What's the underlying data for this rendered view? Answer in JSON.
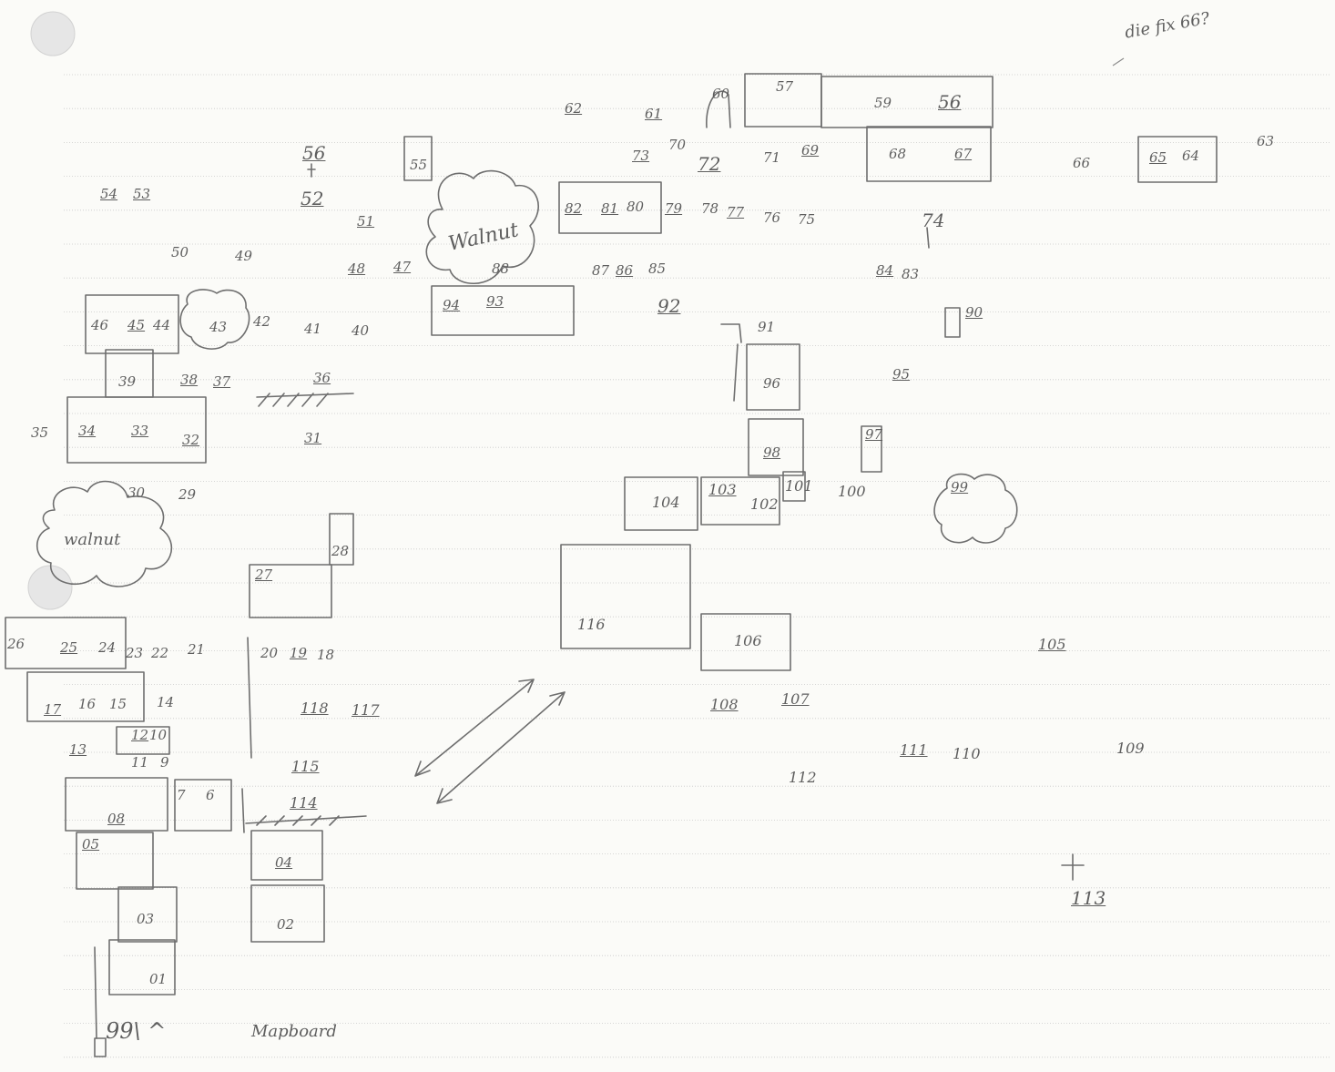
{
  "page": {
    "corner_note": "die fix 66?",
    "bottom_left_note": "99\\ ^",
    "bottom_caption": "Mapboard",
    "cloud_labels": [
      "Walnut",
      "walnut"
    ]
  },
  "labels": [
    "62",
    "61",
    "60",
    "57",
    "59",
    "56",
    "73",
    "70",
    "72",
    "71",
    "69",
    "68",
    "67",
    "66",
    "65",
    "64",
    "63",
    "55",
    "56",
    "52",
    "54",
    "53",
    "82",
    "81",
    "80",
    "79",
    "78",
    "77",
    "76",
    "75",
    "74",
    "51",
    "50",
    "49",
    "48",
    "47",
    "88",
    "87",
    "86",
    "85",
    "84",
    "83",
    "46",
    "45",
    "44",
    "43",
    "42",
    "41",
    "40",
    "94",
    "93",
    "92",
    "91",
    "90",
    "39",
    "38",
    "37",
    "36",
    "96",
    "95",
    "35",
    "34",
    "33",
    "32",
    "31",
    "98",
    "97",
    "30",
    "29",
    "104",
    "103",
    "102",
    "101",
    "100",
    "99",
    "28",
    "27",
    "116",
    "106",
    "105",
    "26",
    "25",
    "24",
    "23",
    "22",
    "21",
    "20",
    "19",
    "18",
    "17",
    "16",
    "15",
    "14",
    "118",
    "117",
    "108",
    "107",
    "13",
    "12",
    "10",
    "11",
    "9",
    "115",
    "111",
    "110",
    "109",
    "112",
    "08",
    "7",
    "6",
    "114",
    "05",
    "04",
    "113",
    "03",
    "02",
    "01"
  ]
}
